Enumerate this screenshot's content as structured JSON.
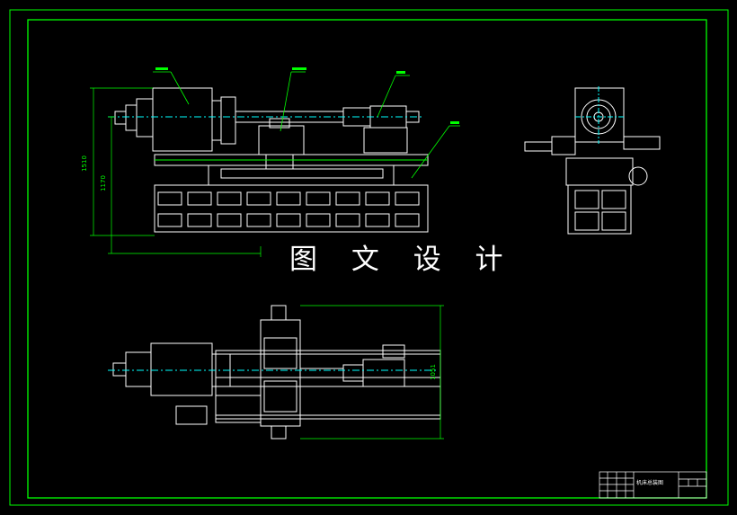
{
  "watermark": "图 文 设 计",
  "colors": {
    "background": "#000000",
    "border": "#00ff00",
    "lines": "#ffffff",
    "callouts": "#00ff00",
    "dimensions": "#00ff00",
    "centerlines": "#00ffff"
  },
  "dimensions": {
    "front_height_1": "1510",
    "front_height_2": "1170",
    "top_height": "1051"
  },
  "title_block": {
    "drawing_title": "机床总装图"
  }
}
